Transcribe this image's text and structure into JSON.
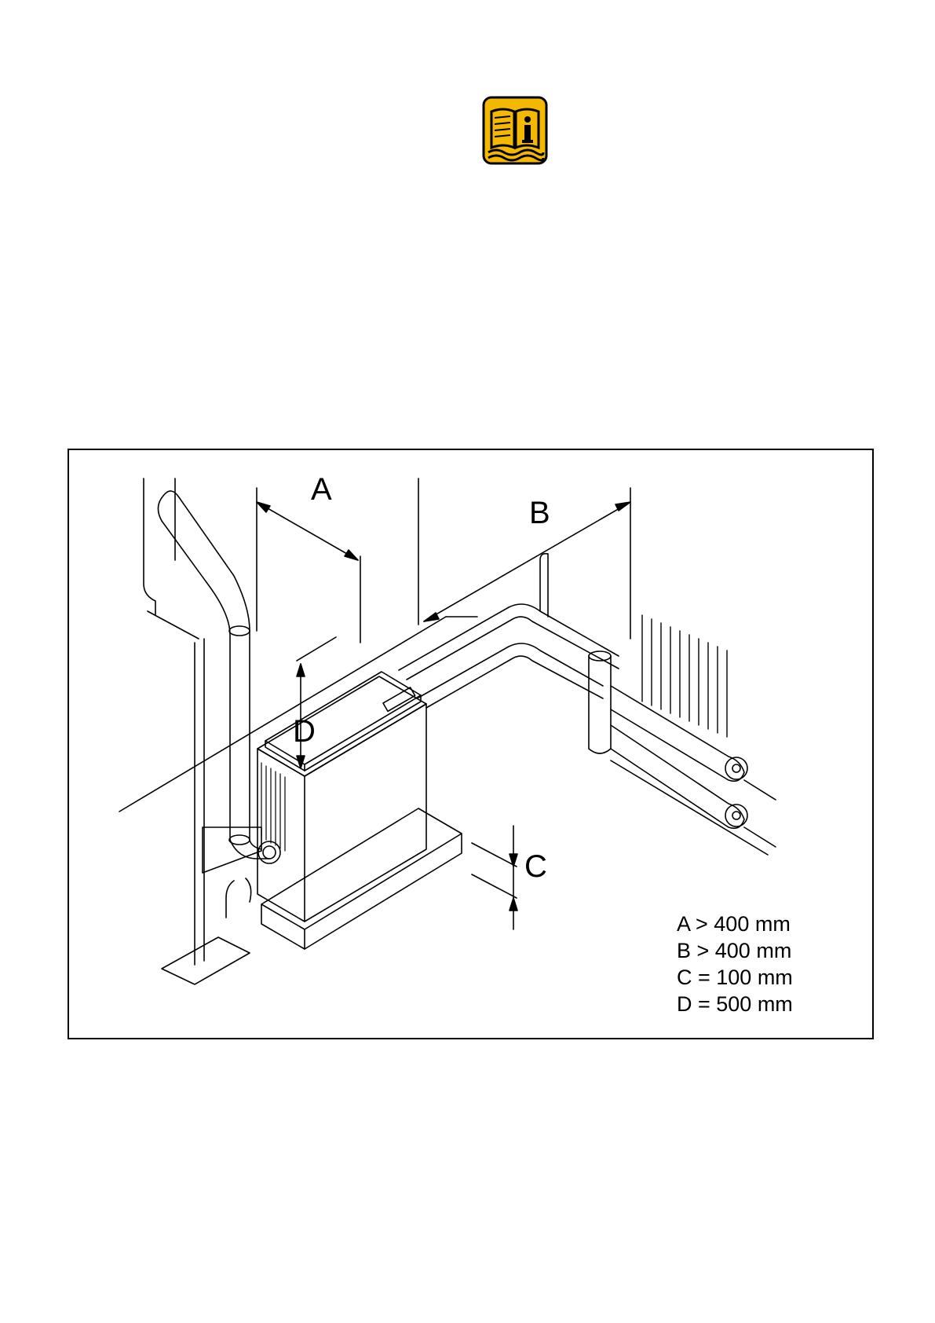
{
  "icon": {
    "name": "read-manual-icon",
    "color": "#f5b800"
  },
  "figure": {
    "labels": {
      "a": "A",
      "b": "B",
      "c": "C",
      "d": "D"
    },
    "legend": [
      "A > 400 mm",
      "B > 400 mm",
      "C = 100 mm",
      "D = 500 mm"
    ]
  }
}
